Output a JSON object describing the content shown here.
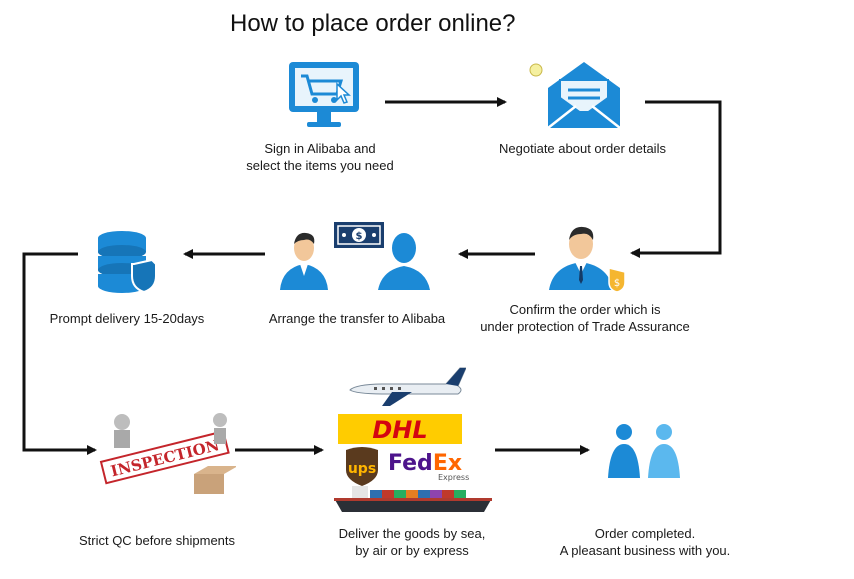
{
  "title": "How to place order online?",
  "steps": [
    {
      "line1": "Sign in Alibaba and",
      "line2": "select the items you need"
    },
    {
      "line1": "Negotiate about order details",
      "line2": ""
    },
    {
      "line1": "Confirm the order which is",
      "line2": "under protection of Trade Assurance"
    },
    {
      "line1": "Arrange the transfer to Alibaba",
      "line2": ""
    },
    {
      "line1": "Prompt delivery 15-20days",
      "line2": ""
    },
    {
      "line1": "Strict QC before shipments",
      "line2": ""
    },
    {
      "line1": "Deliver the goods by sea,",
      "line2": "by air or by express"
    },
    {
      "line1": "Order completed.",
      "line2": "A pleasant business with you."
    }
  ],
  "logos": {
    "dhl": "DHL",
    "ups": "ups",
    "fedex_fed": "Fed",
    "fedex_ex": "Ex",
    "fedex_sub": "Express",
    "inspection": "INSPECTION"
  },
  "colors": {
    "accent_blue": "#1c8ad6",
    "light_blue": "#5bb8ee",
    "arrow": "#111111",
    "dhl_yellow": "#ffcc00",
    "dhl_red": "#d40511",
    "fedex_purple": "#4d148c",
    "fedex_orange": "#ff6600",
    "ups_brown": "#5a3a1e",
    "inspection_red": "#c4252b"
  },
  "icons": [
    "computer-cart-icon",
    "envelope-icon",
    "agent-shield-icon",
    "money-transfer-icon",
    "database-shield-icon",
    "inspection-icon",
    "airplane-icon",
    "ship-icon",
    "people-icon"
  ]
}
